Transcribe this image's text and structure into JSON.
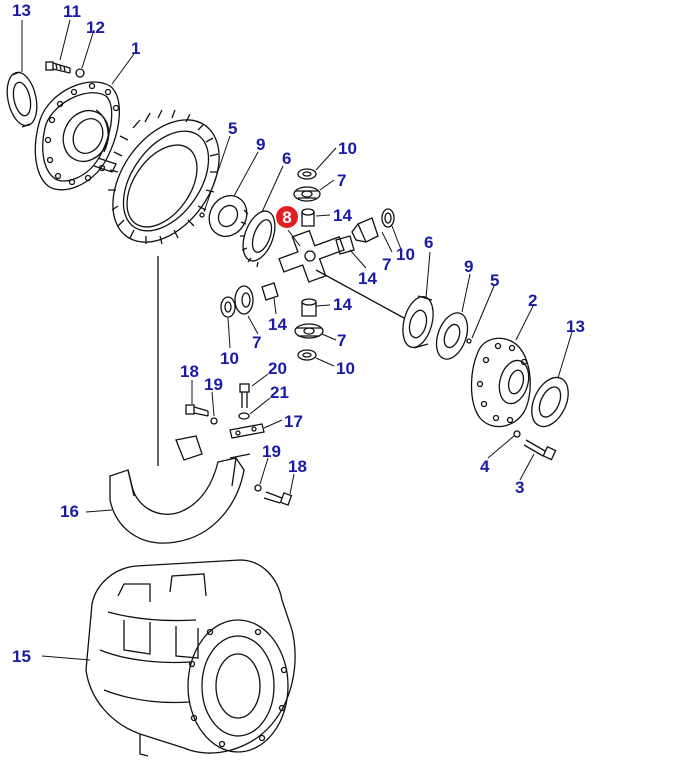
{
  "colors": {
    "callout_text": "#1a1aa8",
    "highlight_fill": "#e0201f",
    "highlight_text": "#ffffff",
    "line": "#111111"
  },
  "callouts": {
    "p13_top": "13",
    "p11": "11",
    "p12": "12",
    "p1": "1",
    "p5_left": "5",
    "p9_left": "9",
    "p6_left": "6",
    "p10_top": "10",
    "p7_top": "7",
    "p8": "8",
    "p14_top": "14",
    "p7_right": "7",
    "p10_right": "10",
    "p14_mid": "14",
    "p6_right": "6",
    "p9_right": "9",
    "p5_right": "5",
    "p2": "2",
    "p13_right": "13",
    "p14_lower": "14",
    "p14_left": "14",
    "p10_left": "10",
    "p7_left": "7",
    "p7_bottom": "7",
    "p10_bottom": "10",
    "p18_top": "18",
    "p19_top": "19",
    "p20": "20",
    "p21": "21",
    "p17": "17",
    "p19_bottom": "19",
    "p18_bottom": "18",
    "p4": "4",
    "p3": "3",
    "p16": "16",
    "p15": "15"
  }
}
